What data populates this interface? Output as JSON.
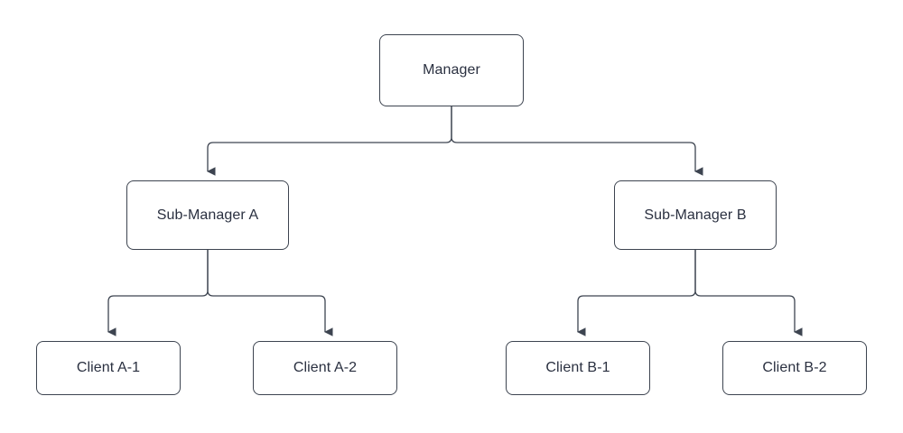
{
  "diagram": {
    "type": "hierarchy-tree",
    "background_color": "#ffffff",
    "node_stroke_color": "#3d4450",
    "node_fill_color": "#ffffff",
    "text_color": "#2a3040",
    "edge_color": "#3d4450",
    "nodes": [
      {
        "id": "manager",
        "label": "Manager",
        "level": 0
      },
      {
        "id": "sub_a",
        "label": "Sub-Manager A",
        "level": 1
      },
      {
        "id": "sub_b",
        "label": "Sub-Manager B",
        "level": 1
      },
      {
        "id": "client_a1",
        "label": "Client A-1",
        "level": 2
      },
      {
        "id": "client_a2",
        "label": "Client A-2",
        "level": 2
      },
      {
        "id": "client_b1",
        "label": "Client B-1",
        "level": 2
      },
      {
        "id": "client_b2",
        "label": "Client B-2",
        "level": 2
      }
    ],
    "edges": [
      {
        "from": "manager",
        "to": "sub_a",
        "arrow": "to"
      },
      {
        "from": "manager",
        "to": "sub_b",
        "arrow": "to"
      },
      {
        "from": "sub_a",
        "to": "client_a1",
        "arrow": "to"
      },
      {
        "from": "sub_a",
        "to": "client_a2",
        "arrow": "to"
      },
      {
        "from": "sub_b",
        "to": "client_b1",
        "arrow": "to"
      },
      {
        "from": "sub_b",
        "to": "client_b2",
        "arrow": "to"
      }
    ]
  }
}
